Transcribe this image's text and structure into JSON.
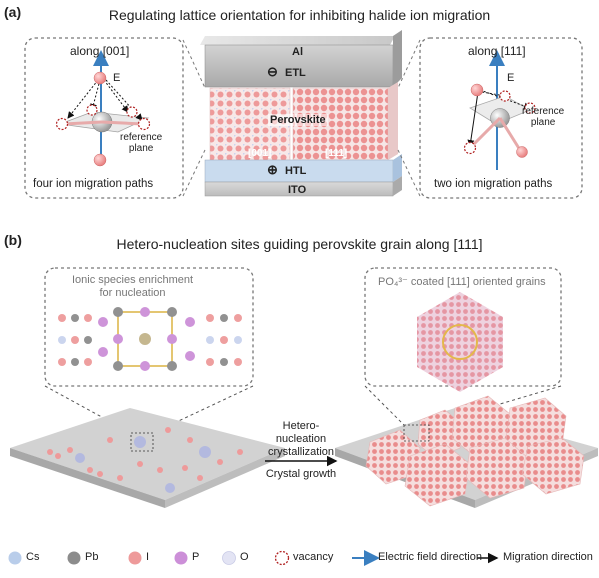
{
  "panel_a": {
    "label": "(a)",
    "title": "Regulating lattice orientation for inhibiting halide ion migration",
    "left_box": {
      "direction": "along [001]",
      "field_label": "E",
      "plane_label": "reference\nplane",
      "caption": "four ion migration paths"
    },
    "right_box": {
      "direction": "along [111]",
      "field_label": "E",
      "plane_label": "reference\nplane",
      "caption": "two ion migration paths"
    },
    "device": {
      "top_electrode": "Al",
      "etl": "ETL",
      "etl_sign": "⊖",
      "active": "Perovskite",
      "htl": "HTL",
      "htl_sign": "⊕",
      "bottom_electrode": "ITO",
      "left_stack_label": "[001]",
      "right_stack_label": "[111]"
    }
  },
  "panel_b": {
    "label": "(b)",
    "title": "Hetero-nucleation sites guiding perovskite grain along [111]",
    "left_inset": "Ionic species enrichment\nfor nucleation",
    "right_inset": "PO₄³⁻ coated [111] oriented grains",
    "arrow_top": "Hetero-nucleation\ncrystallization",
    "arrow_bottom": "Crystal growth"
  },
  "legend": [
    {
      "label": "Cs",
      "color": "#b9cdea"
    },
    {
      "label": "Pb",
      "color": "#8c8c8c"
    },
    {
      "label": "I",
      "color": "#ee9a9a"
    },
    {
      "label": "P",
      "color": "#cc8fd8"
    },
    {
      "label": "O",
      "color": "#e3e4f4"
    },
    {
      "label": "vacancy",
      "color": "#b02020"
    },
    {
      "label": "Electric field direction",
      "color": "#3a7fc0"
    },
    {
      "label": "Migration direction",
      "color": "#111111"
    }
  ]
}
